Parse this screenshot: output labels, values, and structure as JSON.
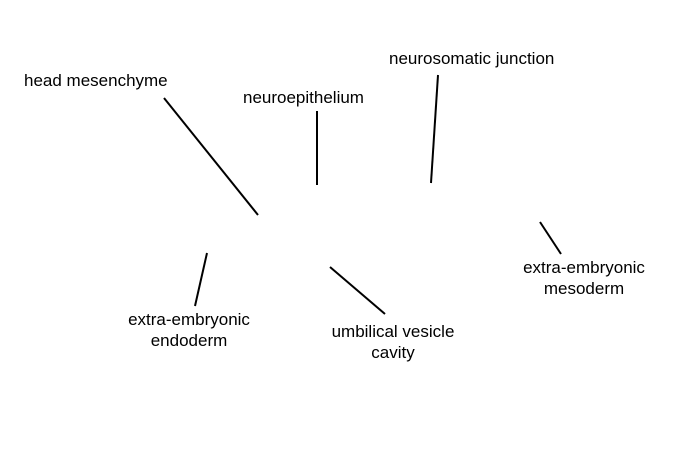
{
  "labels": {
    "head_mesenchyme": [
      "head mesenchyme"
    ],
    "neuroepithelium": [
      "neuroepithelium"
    ],
    "neurosomatic_junction": [
      "neurosomatic junction"
    ],
    "extra_embryonic_mesoderm": [
      "extra-embryonic",
      "mesoderm"
    ],
    "extra_embryonic_endoderm": [
      "extra-embryonic",
      "endoderm"
    ],
    "umbilical_vesicle_cavity": [
      "umbilical vesicle",
      "cavity"
    ]
  },
  "colors": {
    "background": "#ffffff",
    "ink": "#000000"
  }
}
